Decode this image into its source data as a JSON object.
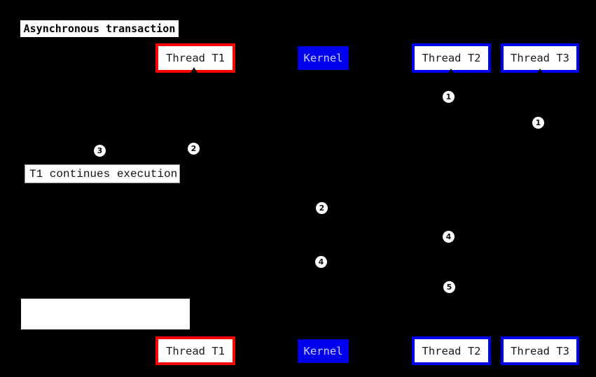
{
  "title": "Asynchronous transaction",
  "participants": {
    "top": [
      {
        "label": "Thread T1",
        "style": "red"
      },
      {
        "label": "Kernel",
        "style": "kernel"
      },
      {
        "label": "Thread T2",
        "style": "blue"
      },
      {
        "label": "Thread T3",
        "style": "blue"
      }
    ],
    "bottom": [
      {
        "label": "Thread T1",
        "style": "red"
      },
      {
        "label": "Kernel",
        "style": "kernel"
      },
      {
        "label": "Thread T2",
        "style": "blue"
      },
      {
        "label": "Thread T3",
        "style": "blue"
      }
    ]
  },
  "notes": {
    "t1_continues": "T1 continues execution",
    "blank": ""
  },
  "steps": [
    "1",
    "1",
    "2",
    "3",
    "2",
    "4",
    "4",
    "5"
  ],
  "colors": {
    "background": "#000000",
    "thread_t1_border": "#ff0000",
    "thread_border": "#0000f0",
    "kernel_bg": "#0000ee",
    "kernel_text": "#ccccff",
    "box_bg": "#ffffff",
    "box_text": "#1b1b1b"
  }
}
